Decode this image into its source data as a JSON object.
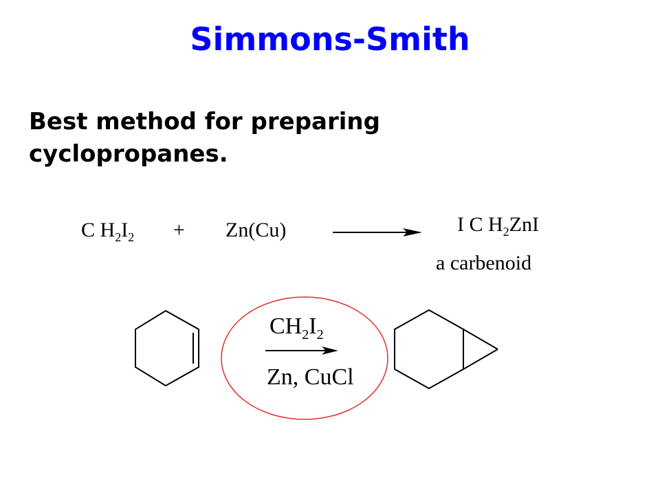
{
  "slide": {
    "title": "Simmons-Smith",
    "subtitle_line1": "Best method for preparing",
    "subtitle_line2": "cyclopropanes.",
    "colors": {
      "title": "#0000ff",
      "circle": "#e0302a",
      "text": "#000000"
    }
  },
  "reaction1": {
    "reagent1": {
      "main1": "C H",
      "sub1": "2",
      "main2": "I",
      "sub2": "2"
    },
    "plus": "+",
    "reagent2": "Zn(Cu)",
    "product": {
      "main1": "I C H",
      "sub1": "2",
      "main2": "ZnI"
    },
    "product_label": "a carbenoid"
  },
  "reaction2": {
    "reactant": "cyclohexene",
    "above_arrow": {
      "main1": "CH",
      "sub1": "2",
      "main2": "I",
      "sub2": "2"
    },
    "below_arrow": "Zn, CuCl",
    "product": "bicyclo[4.1.0]heptane"
  }
}
